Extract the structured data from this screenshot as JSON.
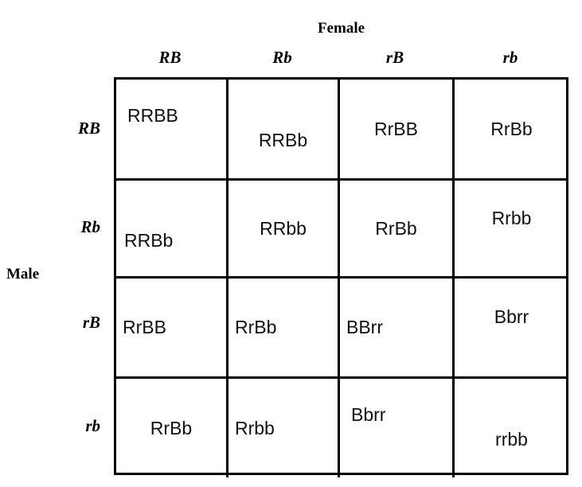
{
  "figure": {
    "type": "punnett-square",
    "title_female": "Female",
    "title_male": "Male"
  },
  "female": {
    "axis_label": "Female",
    "gametes": [
      "RB",
      "Rb",
      "rB",
      "rb"
    ]
  },
  "male": {
    "axis_label": "Male",
    "gametes": [
      "RB",
      "Rb",
      "rB",
      "rb"
    ]
  },
  "chart_data": {
    "type": "table",
    "title": "Punnett Square",
    "xlabel": "Female",
    "ylabel": "Male",
    "categories": [
      "RB",
      "Rb",
      "rB",
      "rb"
    ],
    "row_categories": [
      "RB",
      "Rb",
      "rB",
      "rb"
    ],
    "grid": [
      [
        "RRBB",
        "RRBb",
        "RrBB",
        "RrBb"
      ],
      [
        "RRBb",
        "RRbb",
        "RrBb",
        "Rrbb"
      ],
      [
        "RrBB",
        "RrBb",
        "BBrr",
        "Bbrr"
      ],
      [
        "RrBb",
        "Rrbb",
        "Bbrr",
        "rrbb"
      ]
    ]
  },
  "cells": {
    "r0": {
      "c0": {
        "text": "RRBB",
        "pos": "pos-tl"
      },
      "c1": {
        "text": "RRBb",
        "pos": "pos-bc"
      },
      "c2": {
        "text": "RrBB",
        "pos": "pos-cc"
      },
      "c3": {
        "text": "RrBb",
        "pos": "pos-cc"
      }
    },
    "r1": {
      "c0": {
        "text": "RRBb",
        "pos": "pos-bl"
      },
      "c1": {
        "text": "RRbb",
        "pos": "pos-cc"
      },
      "c2": {
        "text": "RrBb",
        "pos": "pos-cc"
      },
      "c3": {
        "text": "Rrbb",
        "pos": "pos-tc"
      }
    },
    "r2": {
      "c0": {
        "text": "RrBB",
        "pos": "pos-cl"
      },
      "c1": {
        "text": "RrBb",
        "pos": "pos-cl"
      },
      "c2": {
        "text": "BBrr",
        "pos": "pos-cl"
      },
      "c3": {
        "text": "Bbrr",
        "pos": "pos-tc"
      }
    },
    "r3": {
      "c0": {
        "text": "RrBb",
        "pos": "pos-cc"
      },
      "c1": {
        "text": "Rrbb",
        "pos": "pos-cl"
      },
      "c2": {
        "text": "Bbrr",
        "pos": "pos-tl"
      },
      "c3": {
        "text": "rrbb",
        "pos": "pos-bc"
      }
    }
  },
  "colors": {
    "grid_line": "#000000",
    "text": "#000000",
    "background": "#ffffff"
  }
}
